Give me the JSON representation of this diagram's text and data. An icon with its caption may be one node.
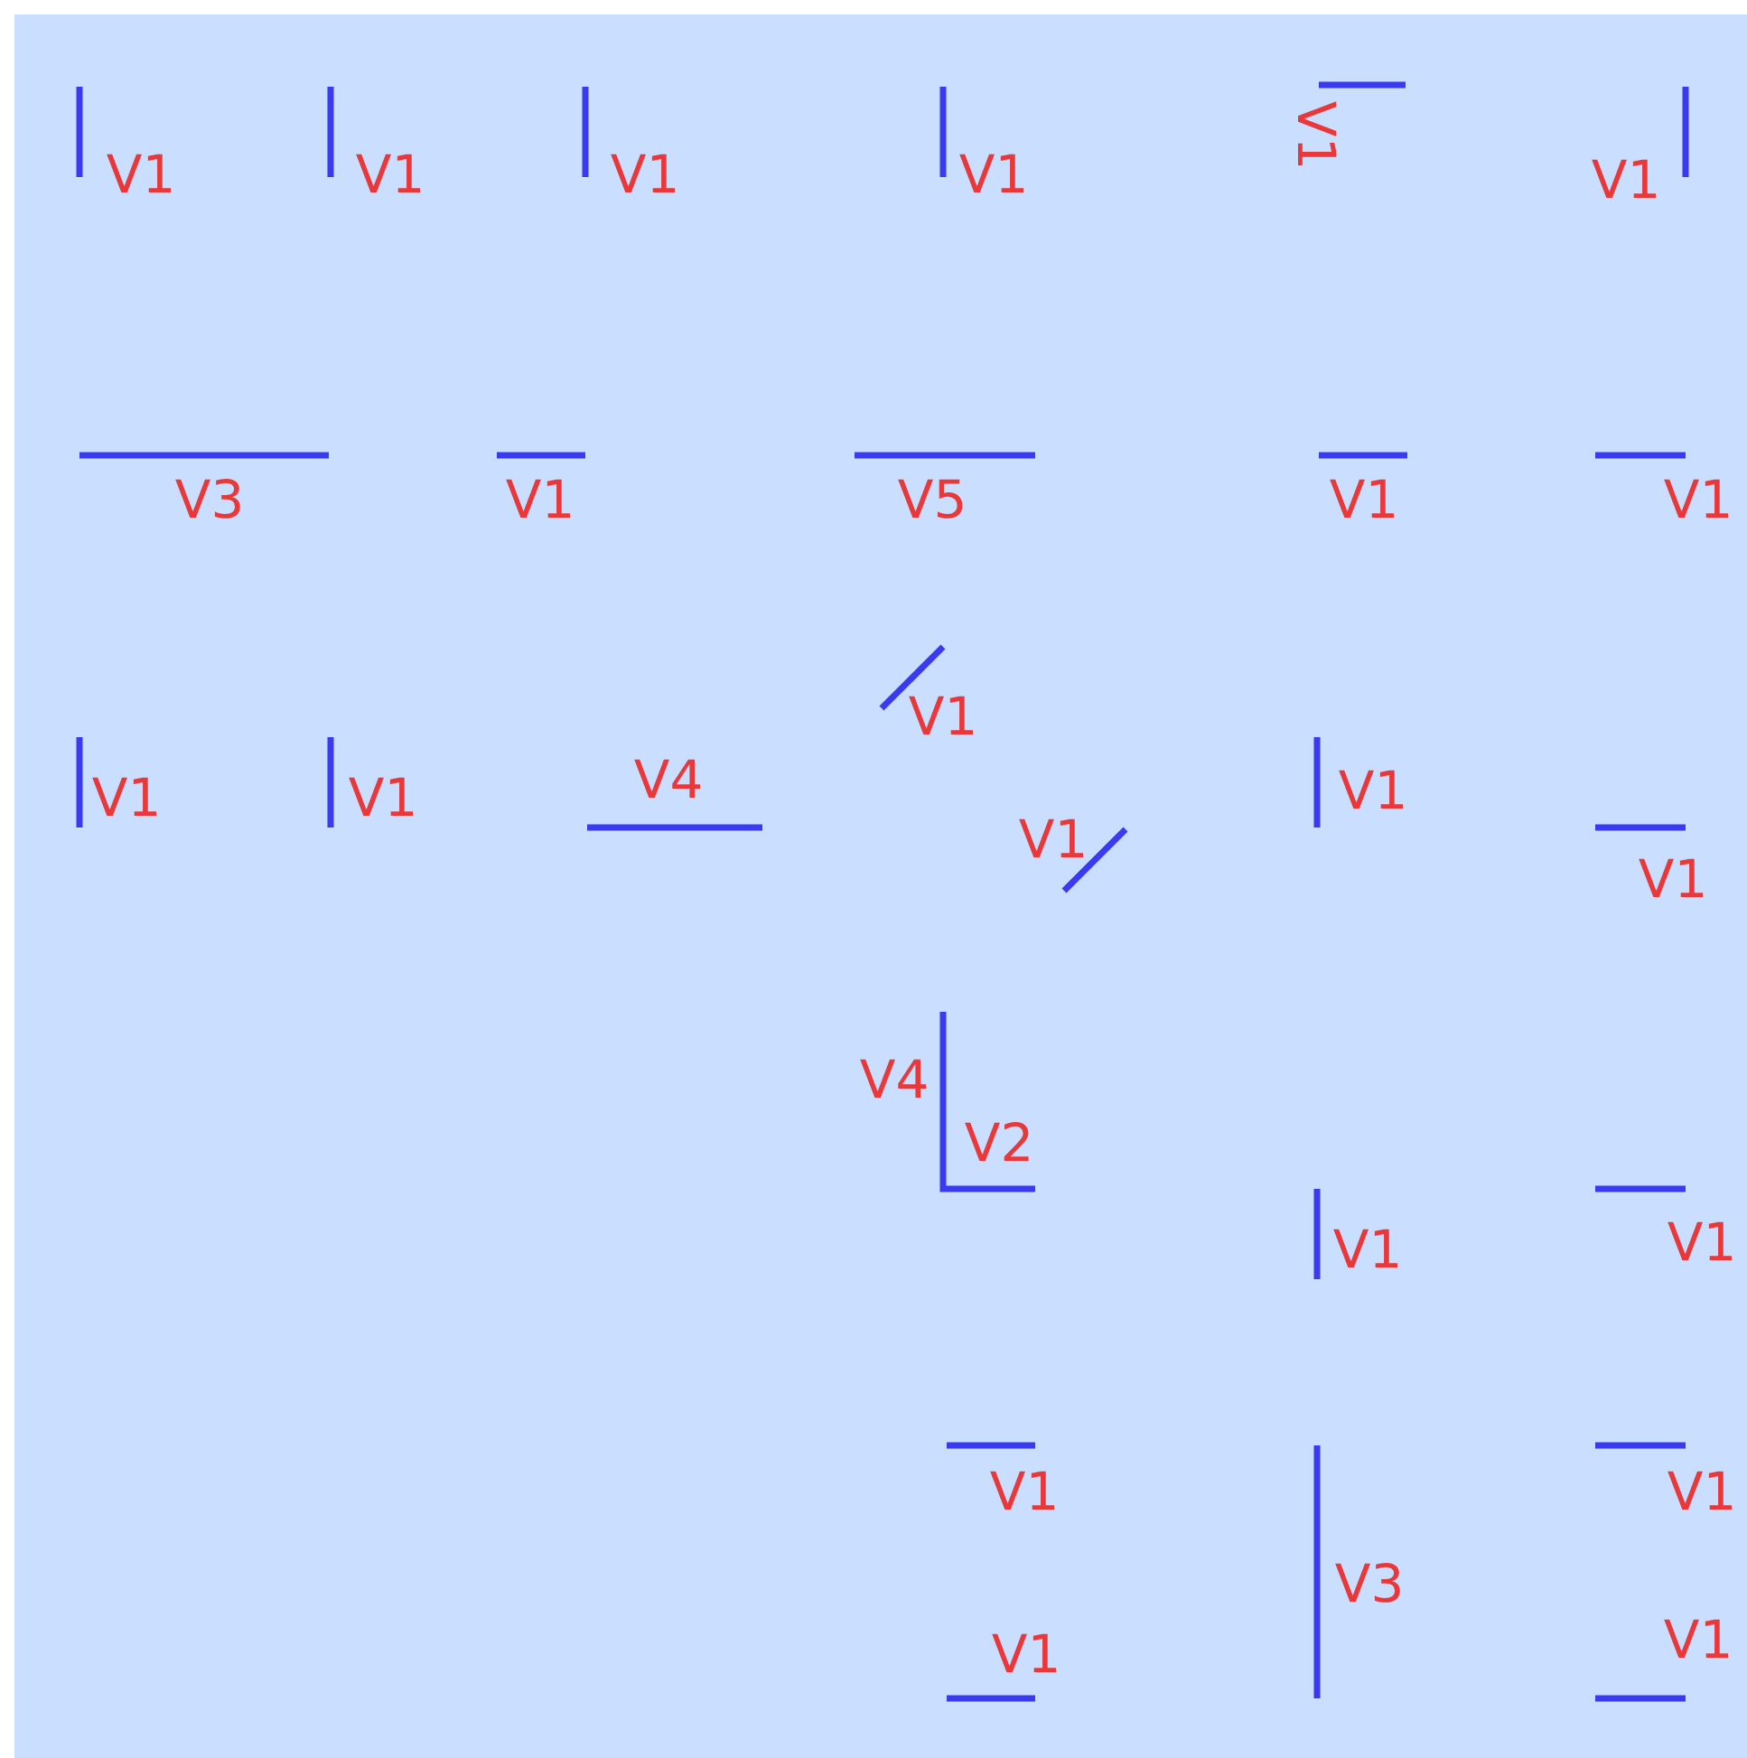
{
  "diagram": {
    "labels": [
      "V1",
      "V1",
      "V1",
      "V1",
      "V1",
      "V1",
      "V3",
      "V1",
      "V5",
      "V1",
      "V1",
      "V1",
      "V1",
      "V1",
      "V4",
      "V1",
      "V1",
      "V1",
      "V4",
      "V2",
      "V1",
      "V1",
      "V1",
      "V1",
      "V3",
      "V1",
      "V1"
    ]
  }
}
